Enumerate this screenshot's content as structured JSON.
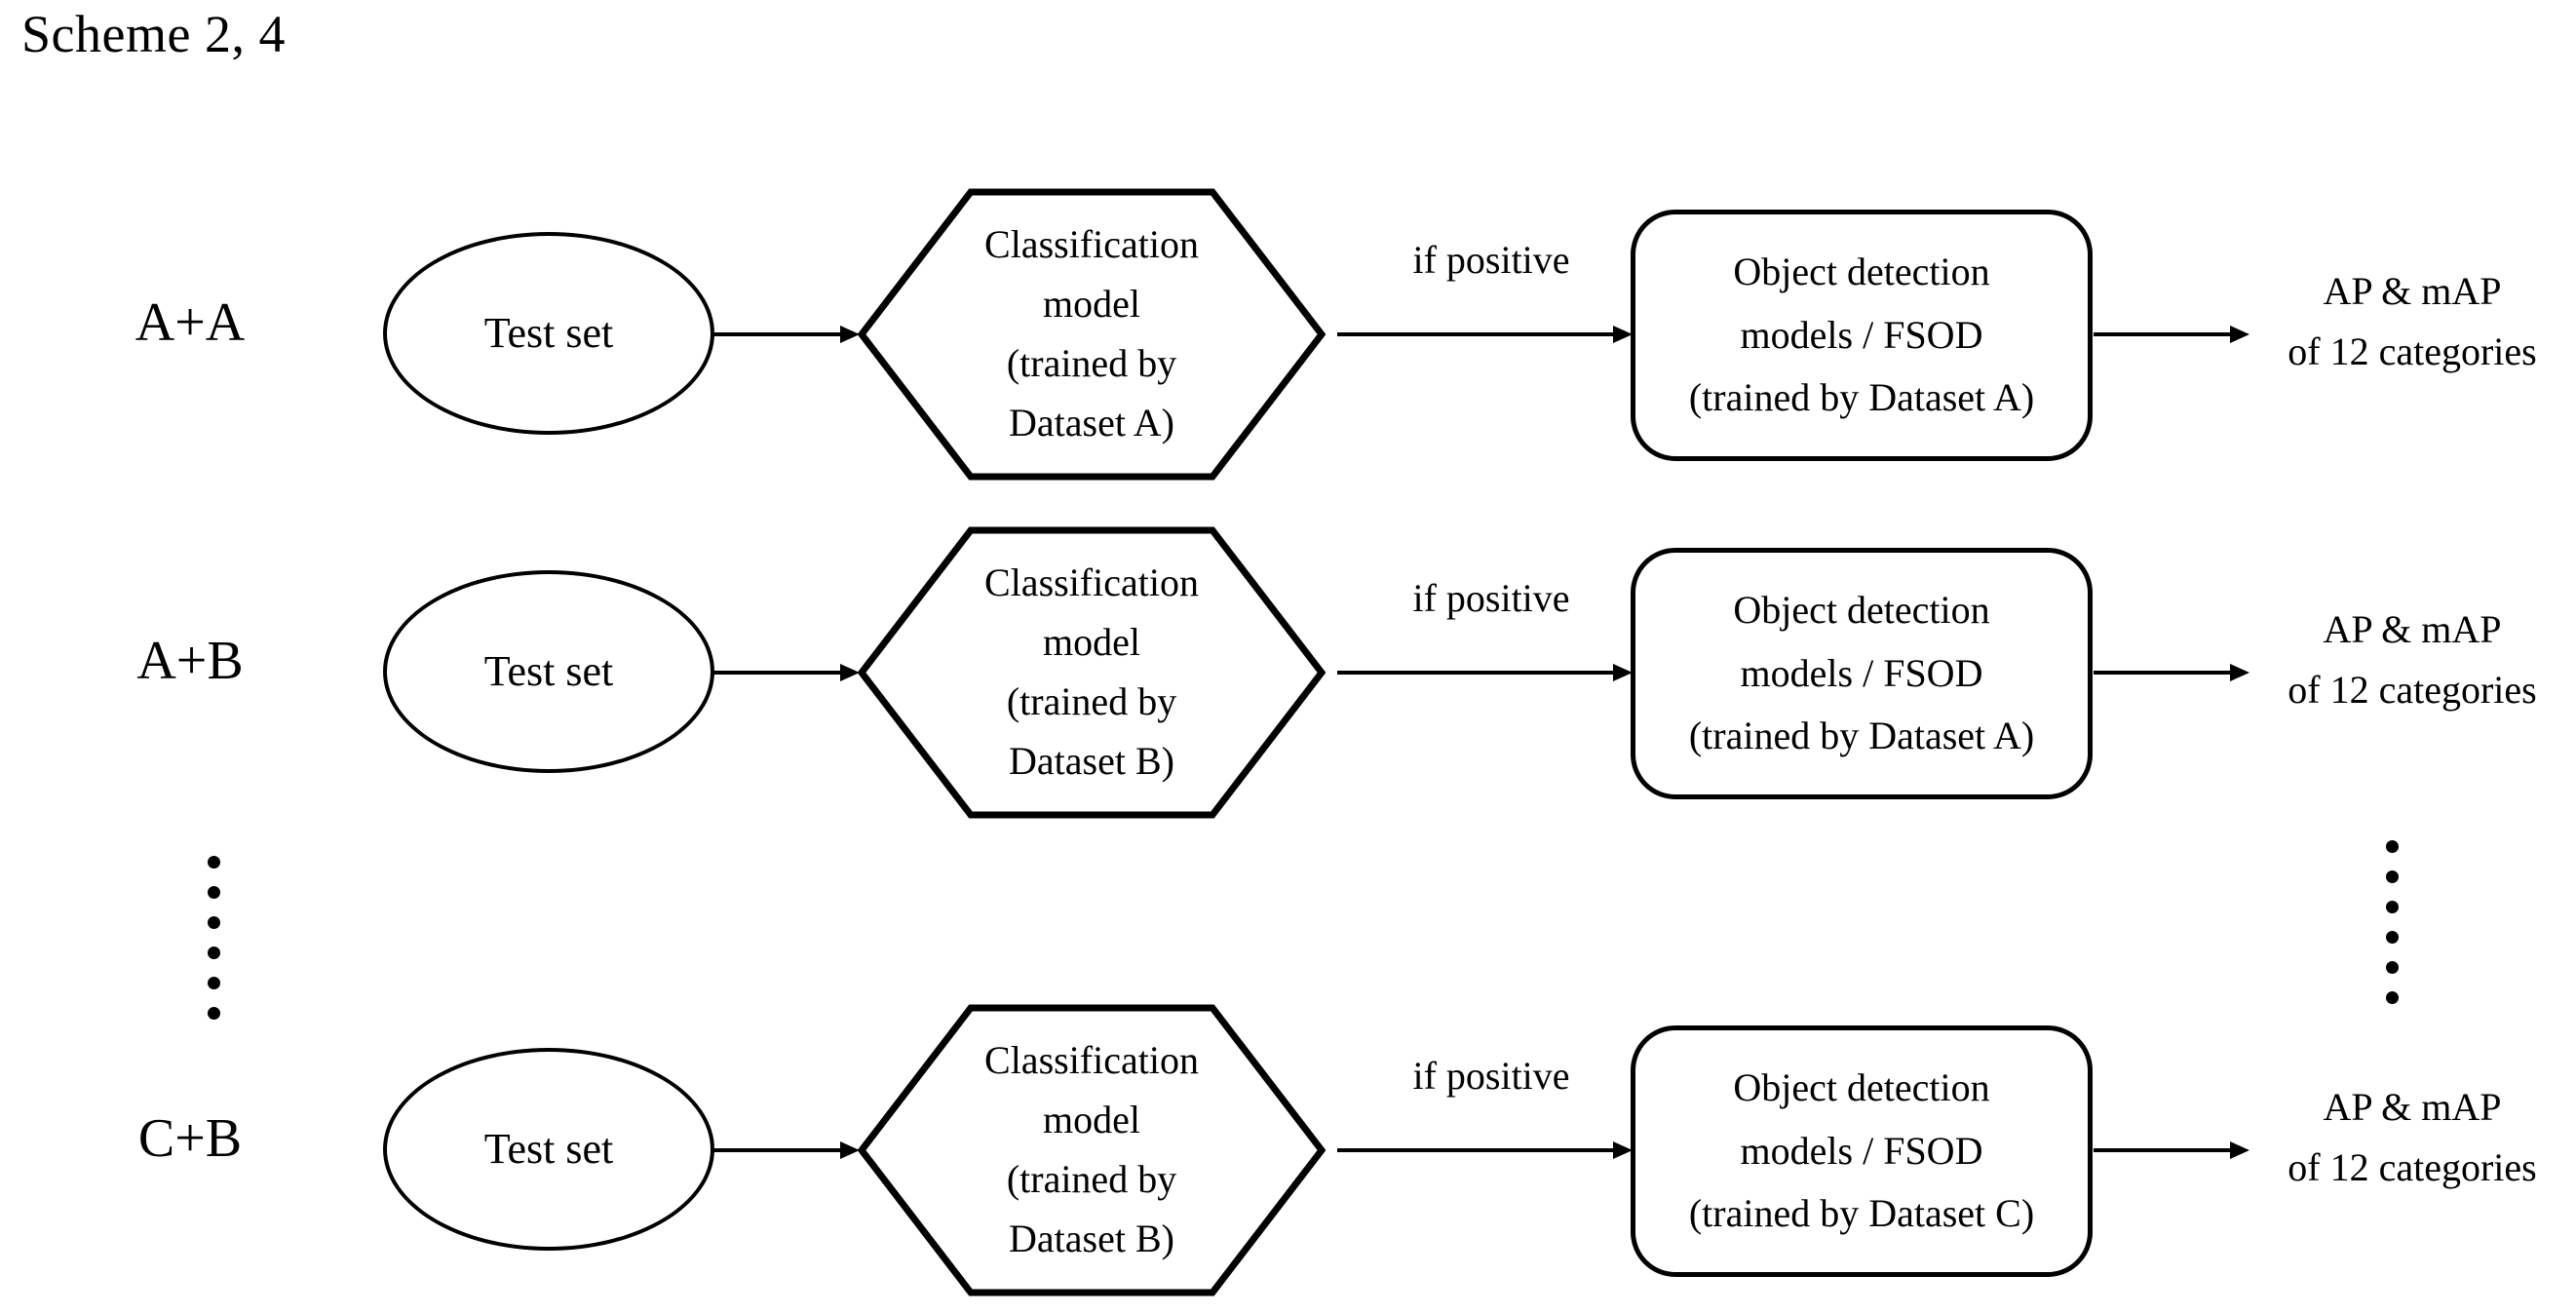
{
  "title": "Scheme 2, 4",
  "edge_label": "if positive",
  "output": {
    "line1": "AP & mAP",
    "line2": "of 12 categories"
  },
  "nodes": {
    "test_set": "Test set",
    "classification": {
      "line1": "Classification",
      "line2": "model",
      "line3": "(trained by"
    },
    "detection": {
      "line1": "Object detection",
      "line2": "models / FSOD"
    }
  },
  "rows": [
    {
      "label": "A+A",
      "test_set": "Test set",
      "classifier_line1": "Classification",
      "classifier_line2": "model",
      "classifier_line3": "(trained by",
      "classifier_line4": "Dataset A)",
      "detector_line1": "Object detection",
      "detector_line2": "models / FSOD",
      "detector_line3": "(trained by Dataset A)",
      "edge_label": "if positive",
      "output_line1": "AP & mAP",
      "output_line2": "of 12 categories"
    },
    {
      "label": "A+B",
      "test_set": "Test set",
      "classifier_line1": "Classification",
      "classifier_line2": "model",
      "classifier_line3": "(trained by",
      "classifier_line4": "Dataset B)",
      "detector_line1": "Object detection",
      "detector_line2": "models / FSOD",
      "detector_line3": "(trained by Dataset A)",
      "edge_label": "if positive",
      "output_line1": "AP & mAP",
      "output_line2": "of 12 categories"
    },
    {
      "label": "C+B",
      "test_set": "Test set",
      "classifier_line1": "Classification",
      "classifier_line2": "model",
      "classifier_line3": "(trained by",
      "classifier_line4": "Dataset B)",
      "detector_line1": "Object detection",
      "detector_line2": "models / FSOD",
      "detector_line3": "(trained by Dataset C)",
      "edge_label": "if positive",
      "output_line1": "AP & mAP",
      "output_line2": "of 12 categories"
    }
  ],
  "ellipsis": {
    "dot_count": 6
  },
  "colors": {
    "stroke": "#000000",
    "background": "#ffffff",
    "text": "#000000"
  }
}
